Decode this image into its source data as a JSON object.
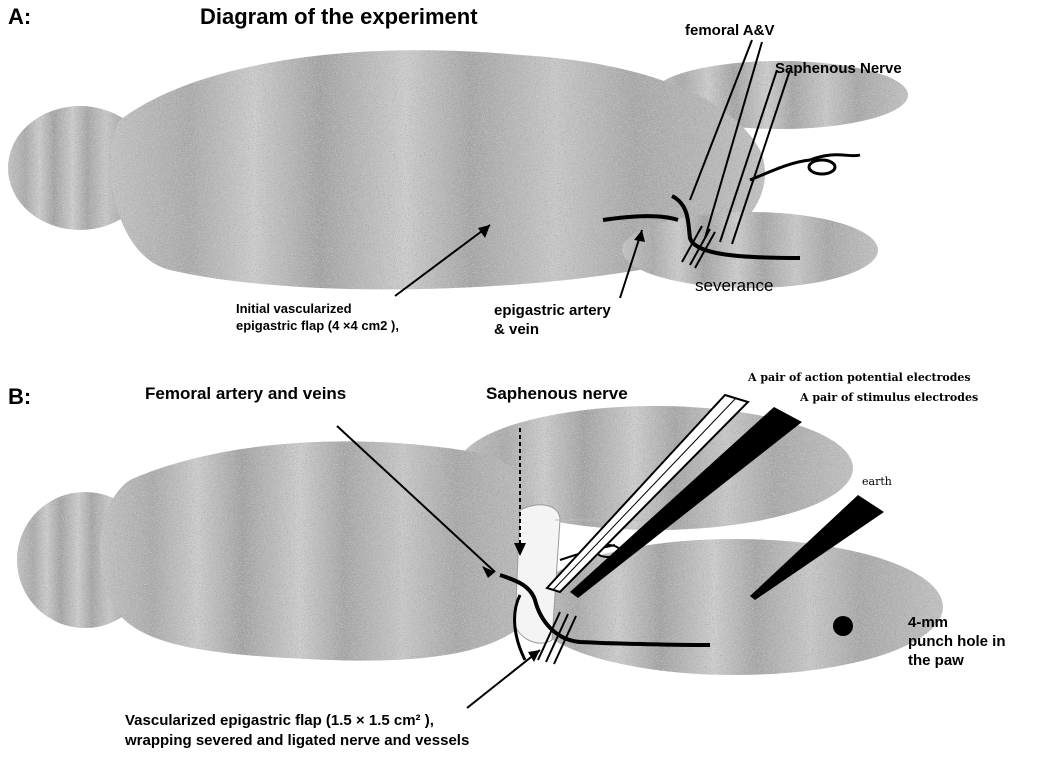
{
  "panel_a": {
    "panel_label": "A:",
    "title": "Diagram of the experiment",
    "labels": {
      "femoral_av": "femoral A&V",
      "saphenous_nerve": "Saphenous Nerve",
      "severance": "severance",
      "flap_line1": "Initial vascularized",
      "flap_line2": "epigastric flap (4 ×4 cm2 ),",
      "epigastric_line1": "epigastric artery",
      "epigastric_line2": "& vein"
    }
  },
  "panel_b": {
    "panel_label": "B:",
    "labels": {
      "femoral_artery_veins": "Femoral artery and veins",
      "saphenous_nerve": "Saphenous nerve",
      "action_potential_electrodes": "A pair of action potential electrodes",
      "stimulus_electrodes": "A pair of stimulus electrodes",
      "earth": "earth",
      "punch_line1": "4-mm",
      "punch_line2": "punch hole in",
      "punch_line3": "the paw",
      "caption_line1": "Vascularized epigastric flap (1.5 × 1.5 cm² ),",
      "caption_line2": "wrapping severed and ligated nerve and vessels"
    }
  },
  "colors": {
    "body_fill": "#b9b9b9",
    "body_dark": "#8a8a8a",
    "line": "#000000",
    "background": "#ffffff"
  }
}
